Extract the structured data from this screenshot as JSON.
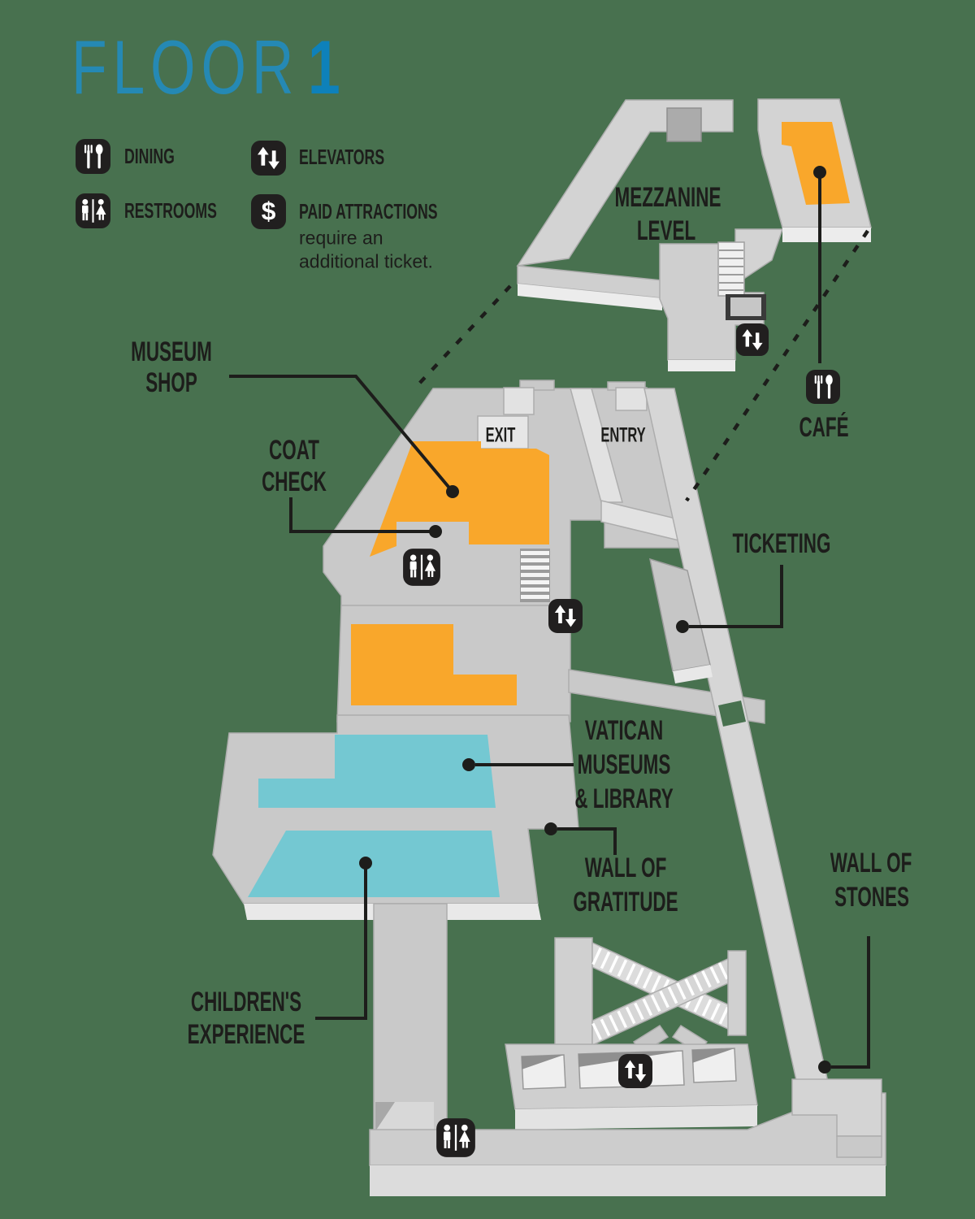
{
  "title": {
    "word": "FLOOR",
    "number": "1"
  },
  "legend": {
    "dining": {
      "icon": "dining-icon",
      "label": "DINING"
    },
    "elevators": {
      "icon": "elevators-icon",
      "label": "ELEVATORS"
    },
    "restrooms": {
      "icon": "restrooms-icon",
      "label": "RESTROOMS"
    },
    "paid_attractions": {
      "icon": "paid-attractions-icon",
      "label": "PAID ATTRACTIONS",
      "note_line1": "require an",
      "note_line2": "additional ticket."
    }
  },
  "map": {
    "mezzanine": {
      "line1": "MEZZANINE",
      "line2": "LEVEL"
    },
    "cafe": {
      "label": "CAFÉ",
      "icon": "dining-icon"
    },
    "museum_shop": {
      "line1": "MUSEUM",
      "line2": "SHOP"
    },
    "coat_check": {
      "line1": "COAT",
      "line2": "CHECK"
    },
    "exit": {
      "label": "EXIT"
    },
    "entry": {
      "label": "ENTRY"
    },
    "ticketing": {
      "label": "TICKETING"
    },
    "vatican_museums": {
      "line1": "VATICAN",
      "line2": "MUSEUMS",
      "line3": "& LIBRARY"
    },
    "wall_of_gratitude": {
      "line1": "WALL OF",
      "line2": "GRATITUDE"
    },
    "wall_of_stones": {
      "line1": "WALL OF",
      "line2": "STONES"
    },
    "childrens_experience": {
      "line1": "CHILDREN'S",
      "line2": "EXPERIENCE"
    },
    "map_icons": {
      "shop_restrooms": "restrooms-icon",
      "shop_elevators": "elevators-icon",
      "mezzanine_elevators": "elevators-icon",
      "south_elevators": "elevators-icon",
      "south_restrooms": "restrooms-icon",
      "cafe_dining": "dining-icon"
    }
  },
  "colors": {
    "background_green": "#48714F",
    "highlight_orange": "#F9A72B",
    "highlight_teal": "#74C8D2",
    "floor_gray": "#CBCBCB",
    "wall_gray": "#E2E2E2",
    "icon_chip_black": "#211F1F",
    "label_black": "#1D1D1B",
    "title_blue": "#2589B4",
    "title_number_blue": "#0E81BA"
  }
}
